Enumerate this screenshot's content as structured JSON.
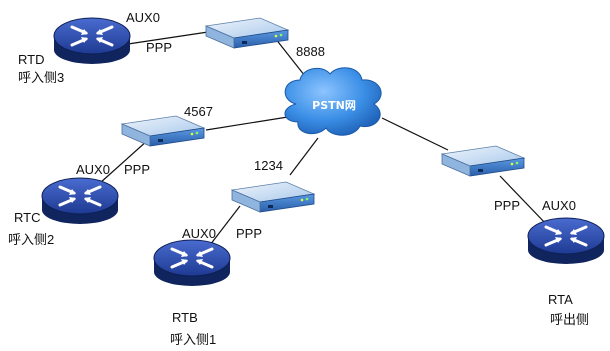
{
  "diagram": {
    "cloud": {
      "label": "PSTN网"
    },
    "routers": {
      "rtd": {
        "name": "RTD",
        "role": "呼入侧3",
        "aux": "AUX0",
        "ppp": "PPP"
      },
      "rtc": {
        "name": "RTC",
        "role": "呼入侧2",
        "aux": "AUX0",
        "ppp": "PPP"
      },
      "rtb": {
        "name": "RTB",
        "role": "呼入侧1",
        "aux": "AUX0",
        "ppp": "PPP"
      },
      "rta": {
        "name": "RTA",
        "role": "呼出侧",
        "aux": "AUX0",
        "ppp": "PPP"
      }
    },
    "modems": {
      "top": {
        "number": "8888"
      },
      "left": {
        "number": "4567"
      },
      "middle": {
        "number": "1234"
      },
      "right": {
        "number": ""
      }
    }
  },
  "colors": {
    "router_top": "#2a4aa8",
    "router_side": "#18307a",
    "modem_top": "#cfe2f6",
    "modem_front": "#3d7ccc",
    "cloud": "#3b8fe6",
    "link": "#111111"
  }
}
